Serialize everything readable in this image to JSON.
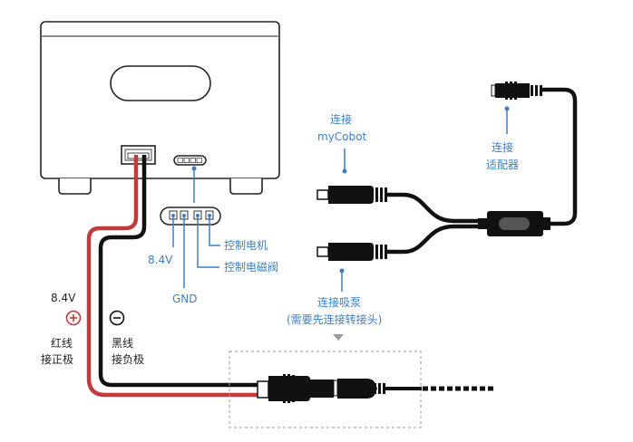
{
  "colors": {
    "annotation_blue": "#3d7fc4",
    "positive_red": "#c23a3a",
    "negative_black": "#111111",
    "outline": "#222222",
    "dashed_box": "#999999",
    "switch_gray": "#555555"
  },
  "battery": {
    "power_port_label": "",
    "pin_labels": {
      "pin1": "8.4V",
      "pin2": "GND",
      "pin3": "控制电磁阀",
      "pin4": "控制电机"
    }
  },
  "wires": {
    "red": {
      "voltage": "8.4V",
      "polarity_symbol": "plus-circle",
      "line1": "红线",
      "line2": "接正极"
    },
    "black": {
      "polarity_symbol": "minus-circle",
      "line1": "黑线",
      "line2": "接负极"
    }
  },
  "splitter": {
    "mycobot_label_line1": "连接",
    "mycobot_label_line2": "myCobot",
    "adapter_label_line1": "连接",
    "adapter_label_line2": "适配器",
    "pump_label_line1": "连接吸泵",
    "pump_label_line2": "(需要先连接转接头)"
  }
}
